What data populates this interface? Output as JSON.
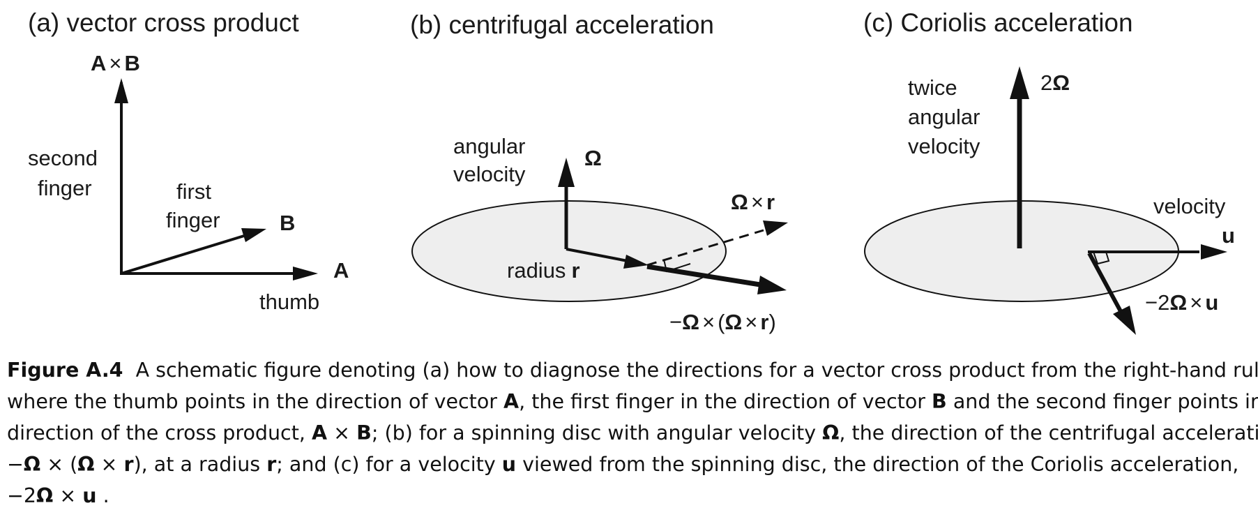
{
  "panels": {
    "a": {
      "title": "(a) vector cross product",
      "axb_label_A": "A",
      "axb_label_times": "×",
      "axb_label_B": "B",
      "second_finger_1": "second",
      "second_finger_2": "finger",
      "first_finger_1": "first",
      "first_finger_2": "finger",
      "vector_B": "B",
      "vector_A": "A",
      "thumb": "thumb"
    },
    "b": {
      "title": "(b) centrifugal acceleration",
      "angular_1": "angular",
      "angular_2": "velocity",
      "omega": "Ω",
      "omega_cross_r_omega": "Ω",
      "omega_cross_r_times": "×",
      "omega_cross_r_r": "r",
      "radius_text": "radius",
      "radius_r": "r",
      "centrifugal_minus": "−",
      "centrifugal_omega1": "Ω",
      "centrifugal_times1": "×",
      "centrifugal_paren_open": "(",
      "centrifugal_omega2": "Ω",
      "centrifugal_times2": "×",
      "centrifugal_r": "r",
      "centrifugal_paren_close": ")"
    },
    "c": {
      "title": "(c) Coriolis acceleration",
      "twice_1": "twice",
      "twice_2": "angular",
      "twice_3": "velocity",
      "two": "2",
      "two_omega": "Ω",
      "velocity": "velocity",
      "u": "u",
      "coriolis_prefix": "−2",
      "coriolis_omega": "Ω",
      "coriolis_times": "×",
      "coriolis_u": "u"
    }
  },
  "caption": {
    "line1_bold": "Figure A.4",
    "line1_text": "A schematic figure denoting (a) how to diagnose the directions for a vector cross product from the right-hand rule,",
    "line2_text1": "where the thumb points in the direction of vector",
    "line2_bold1": "A",
    "line2_text2": ", the first finger in the direction of vector",
    "line2_bold2": "B",
    "line2_text3": "and the second finger points in the",
    "line3_text1": "direction of the cross product,",
    "line3_bold1": "A",
    "line3_times": "×",
    "line3_bold2": "B",
    "line3_text2": "; (b) for a spinning disc with angular velocity",
    "line3_bold3": "Ω",
    "line3_text3": ", the direction of the centrifugal acceleration,",
    "line4_text1": "−",
    "line4_bold1": "Ω",
    "line4_text2": "× (",
    "line4_bold2": "Ω",
    "line4_text3": "×",
    "line4_bold3": "r",
    "line4_text4": "), at a radius",
    "line4_bold4": "r",
    "line4_text5": "; and (c) for a velocity",
    "line4_bold5": "u",
    "line4_text6": "viewed from the spinning disc, the direction of the Coriolis acceleration,",
    "line5_text1": "−2",
    "line5_bold1": "Ω",
    "line5_text2": "×",
    "line5_bold2": "u",
    "line5_text3": "."
  }
}
